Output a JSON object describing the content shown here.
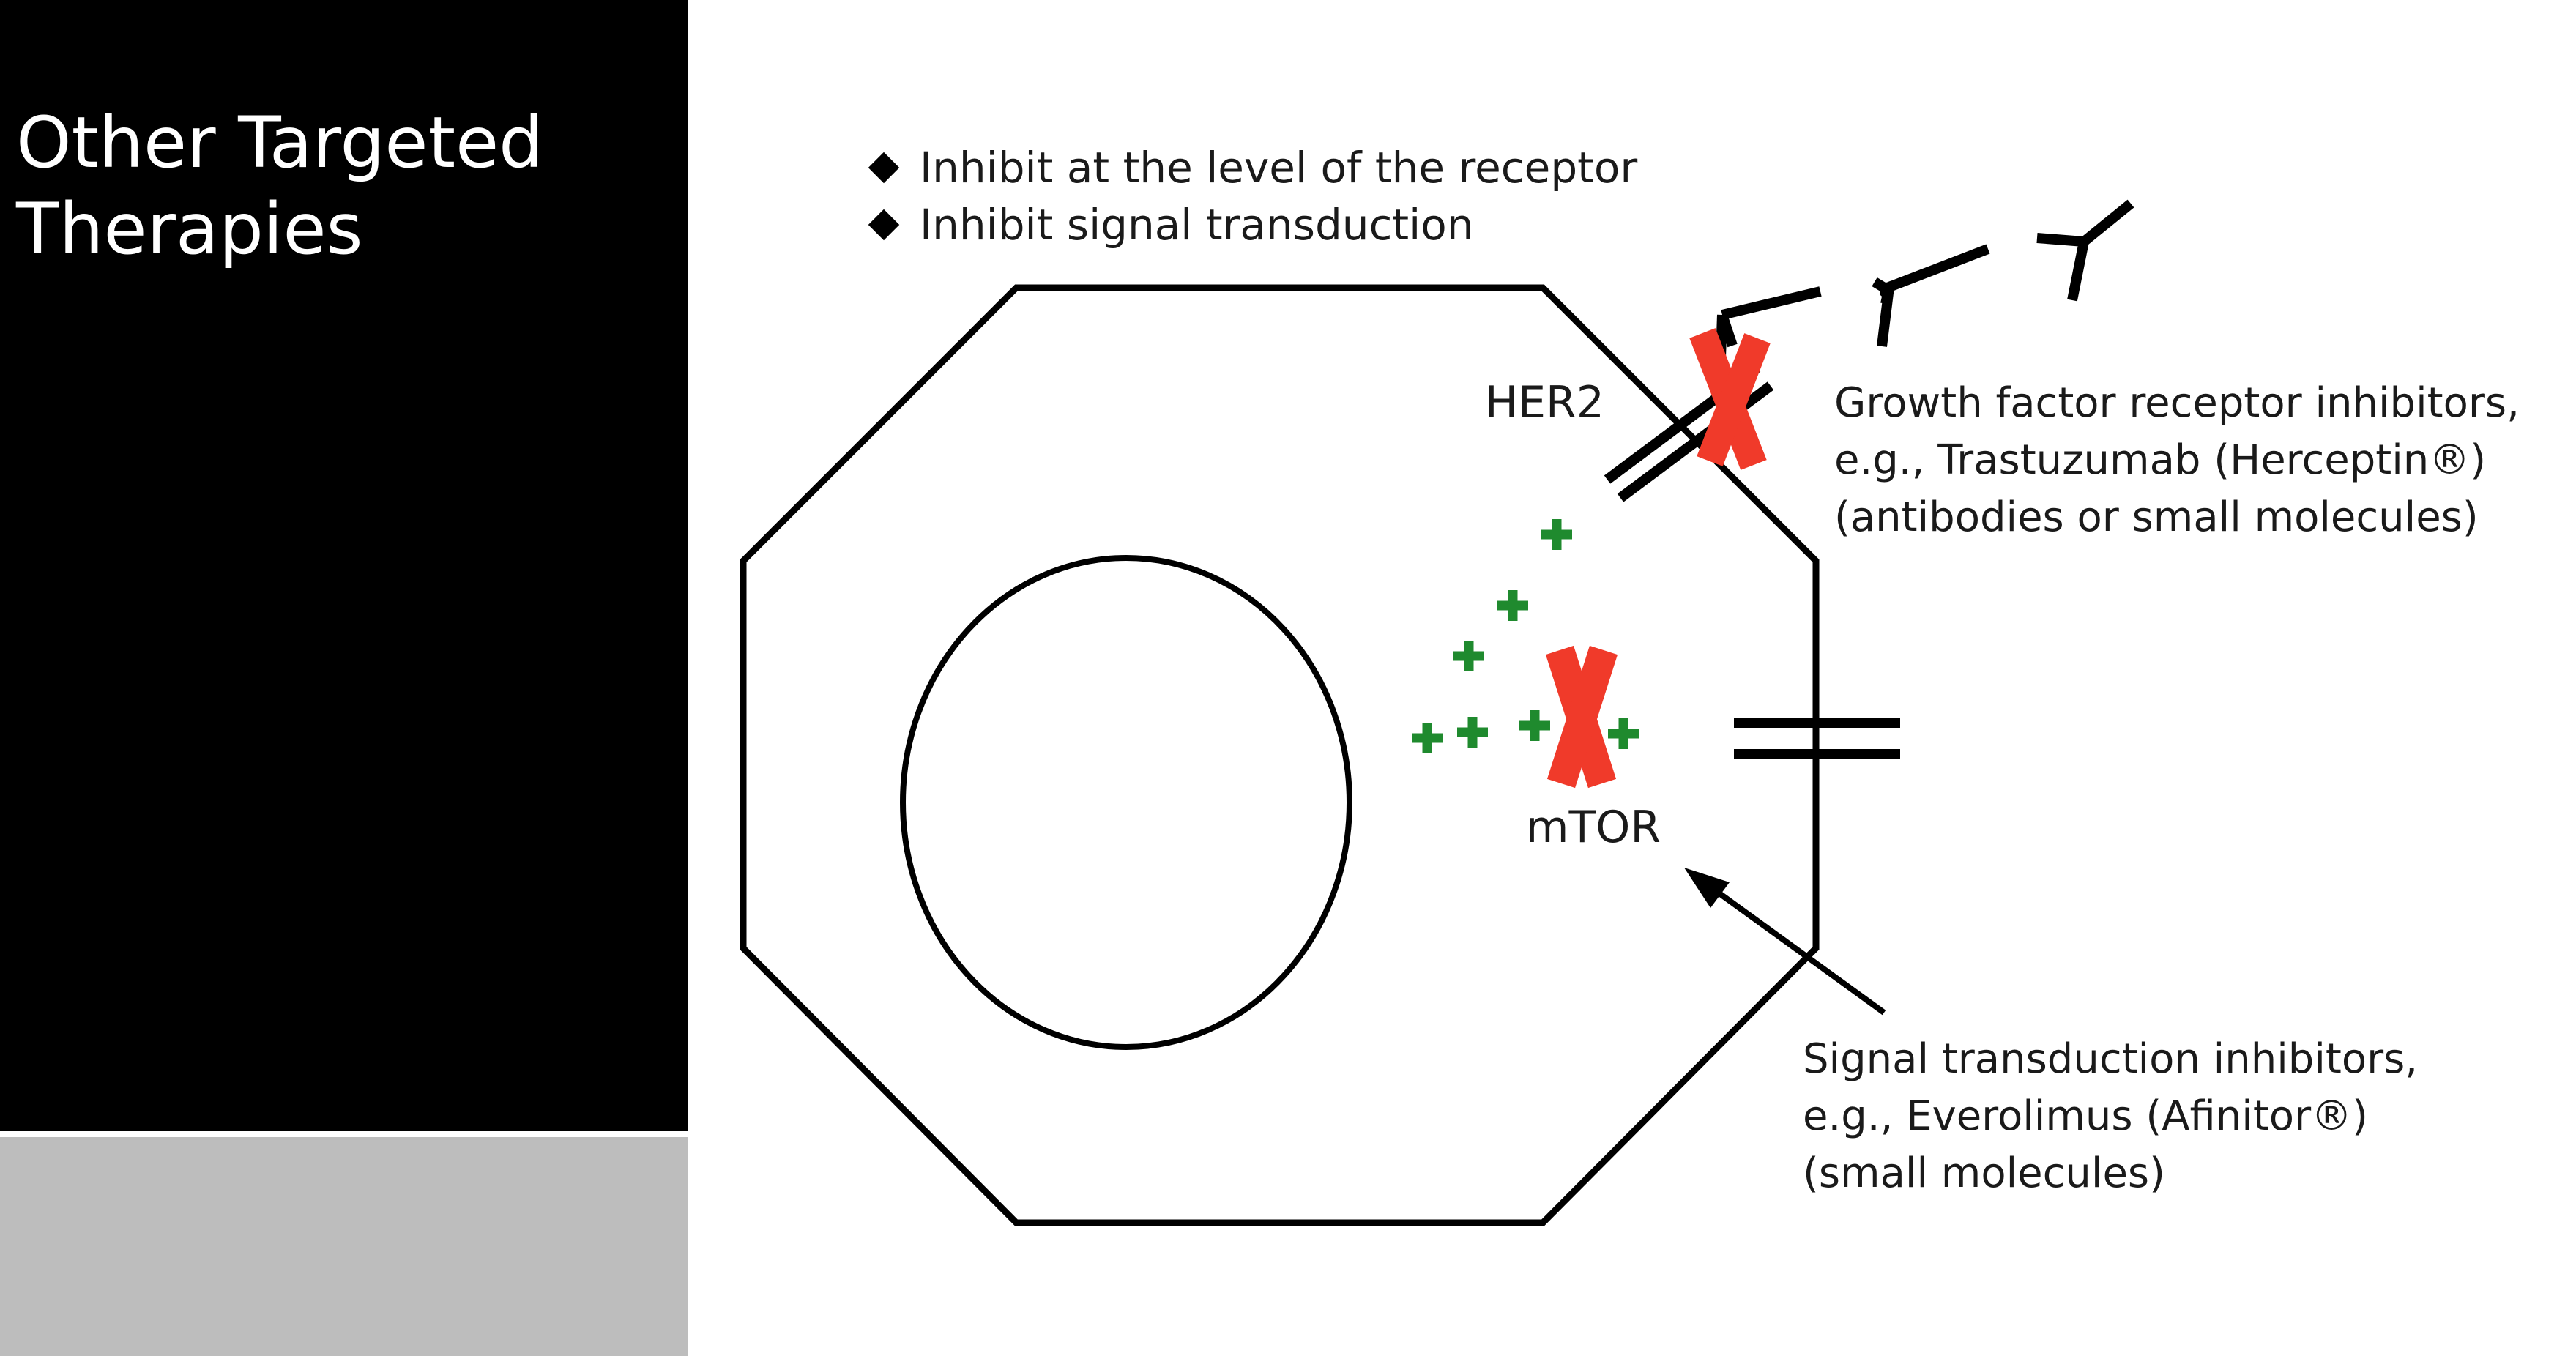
{
  "slide": {
    "title_lines": [
      "Other Targeted",
      "Therapies"
    ]
  },
  "bullets": [
    "Inhibit at the level of the receptor",
    "Inhibit signal transduction"
  ],
  "diagram": {
    "her2_label": "HER2",
    "mtor_label": "mTOR",
    "growth_factor_caption": [
      "Growth factor receptor inhibitors,",
      "e.g., Trastuzumab (Herceptin®)",
      "(antibodies or small molecules)"
    ],
    "signal_caption": [
      "Signal transduction inhibitors,",
      "e.g., Everolimus (Afinitor®)",
      "(small molecules)"
    ]
  },
  "colors": {
    "sidebar": "#000000",
    "sidebar_lower": "#bdbdbd",
    "inhibit_x": "#f03a2a",
    "signal_plus": "#1f8a2e",
    "outline": "#000000"
  },
  "icons": {
    "bullet": "diamond-bullet-icon",
    "antibody": "antibody-y-icon",
    "inhibit": "red-x-icon",
    "signal": "green-plus-icon"
  }
}
